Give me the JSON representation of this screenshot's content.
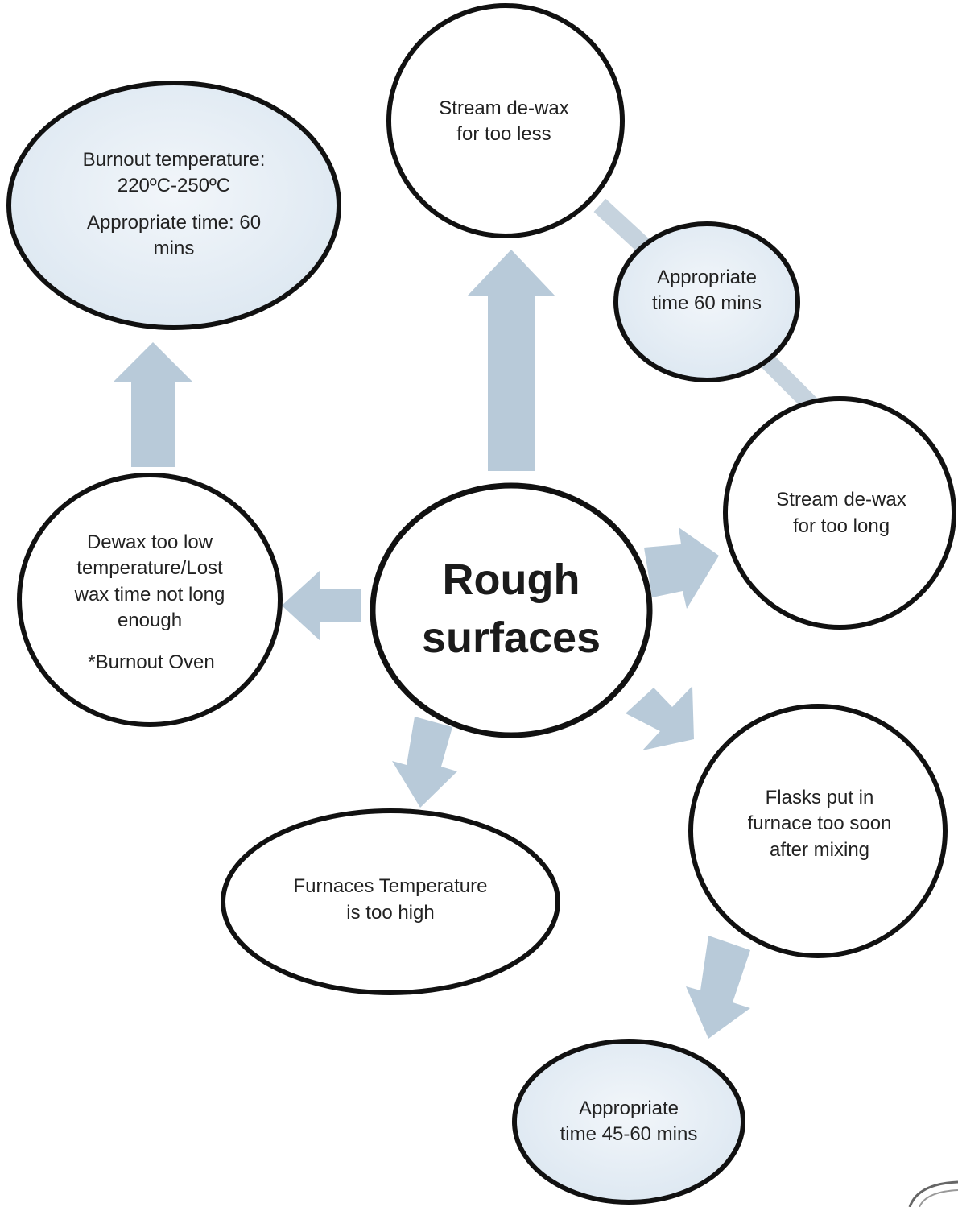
{
  "diagram": {
    "center": {
      "line1": "Rough",
      "line2": "surfaces"
    },
    "nodes": {
      "burnout_temp": {
        "line1": "Burnout temperature:",
        "line2": "220ºC-250ºC",
        "line3": "Appropriate time: 60",
        "line4": "mins"
      },
      "dewax_short": {
        "line1": "Stream de-wax",
        "line2": "for too less"
      },
      "appropriate_60": {
        "line1": "Appropriate",
        "line2": "time 60 mins"
      },
      "dewax_long": {
        "line1": "Stream de-wax",
        "line2": "for too long"
      },
      "dewax_low": {
        "line1": "Dewax too low",
        "line2": "temperature/Lost",
        "line3": "wax  time not long",
        "line4": "enough",
        "line5": "*Burnout Oven"
      },
      "furnace_high": {
        "line1": "Furnaces Temperature",
        "line2": "is too high"
      },
      "flasks_soon": {
        "line1": "Flasks put in",
        "line2": "furnace too soon",
        "line3": "after mixing"
      },
      "appropriate_45": {
        "line1": "Appropriate",
        "line2": "time 45-60 mins"
      }
    },
    "colors": {
      "arrow": "#b8cad9",
      "outline": "#111111",
      "highlight_fill": "#dfe9f3",
      "plain_fill": "#ffffff"
    }
  }
}
